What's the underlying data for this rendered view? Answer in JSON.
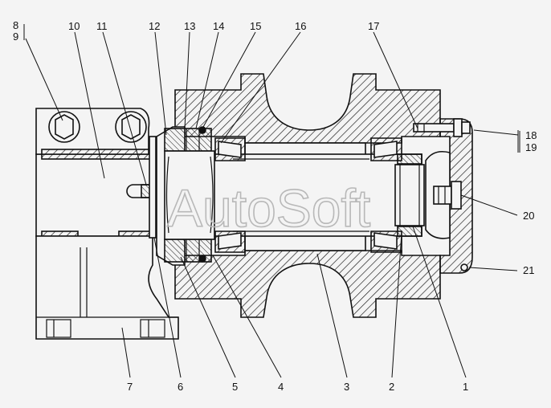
{
  "watermark": "AutoSoft",
  "callouts": {
    "n1": "1",
    "n2": "2",
    "n3": "3",
    "n4": "4",
    "n5": "5",
    "n6": "6",
    "n7": "7",
    "n8": "8",
    "n9": "9",
    "n10": "10",
    "n11": "11",
    "n12": "12",
    "n13": "13",
    "n14": "14",
    "n15": "15",
    "n16": "16",
    "n17": "17",
    "n18": "18",
    "n19": "19",
    "n20": "20",
    "n21": "21"
  },
  "colors": {
    "background": "#f4f4f4",
    "line": "#111111",
    "watermark": "#b8b8b8"
  }
}
